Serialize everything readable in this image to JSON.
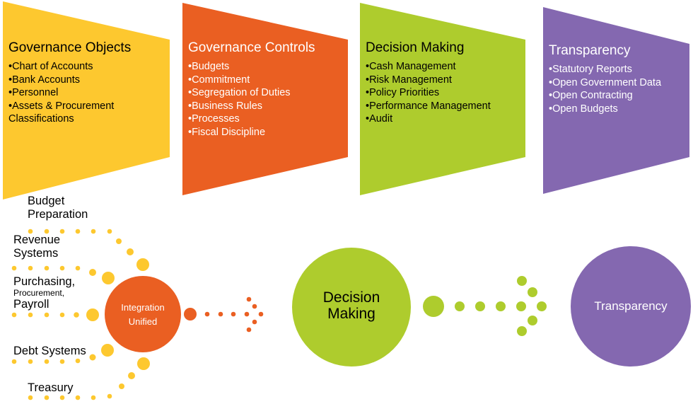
{
  "colors": {
    "yellow": "#FDC82F",
    "orange": "#EA5F22",
    "green": "#AECC2D",
    "purple": "#8468B0"
  },
  "panels": [
    {
      "title": "Governance Objects",
      "items": [
        "•Chart of Accounts",
        "•Bank Accounts",
        "•Personnel",
        "•Assets & Procurement Classifications"
      ]
    },
    {
      "title": "Governance Controls",
      "items": [
        "•Budgets",
        "•Commitment",
        "•Segregation of Duties",
        "•Business Rules",
        "•Processes",
        "•Fiscal Discipline"
      ]
    },
    {
      "title": "Decision Making",
      "items": [
        "•Cash Management",
        "•Risk Management",
        "•Policy Priorities",
        "•Performance Management",
        "•Audit"
      ]
    },
    {
      "title": "Transparency",
      "items": [
        "•Statutory Reports",
        "•Open Government Data",
        "•Open Contracting",
        "•Open Budgets"
      ]
    }
  ],
  "sources": {
    "budget": [
      "Budget",
      "Preparation"
    ],
    "revenue": [
      "Revenue",
      "Systems"
    ],
    "purchasing": [
      "Purchasing,",
      "Procurement,",
      "Payroll"
    ],
    "debt": "Debt Systems",
    "treasury": "Treasury"
  },
  "circles": {
    "integration": [
      "Integration",
      "Unified"
    ],
    "decision": [
      "Decision",
      "Making"
    ],
    "transparency": "Transparency"
  }
}
